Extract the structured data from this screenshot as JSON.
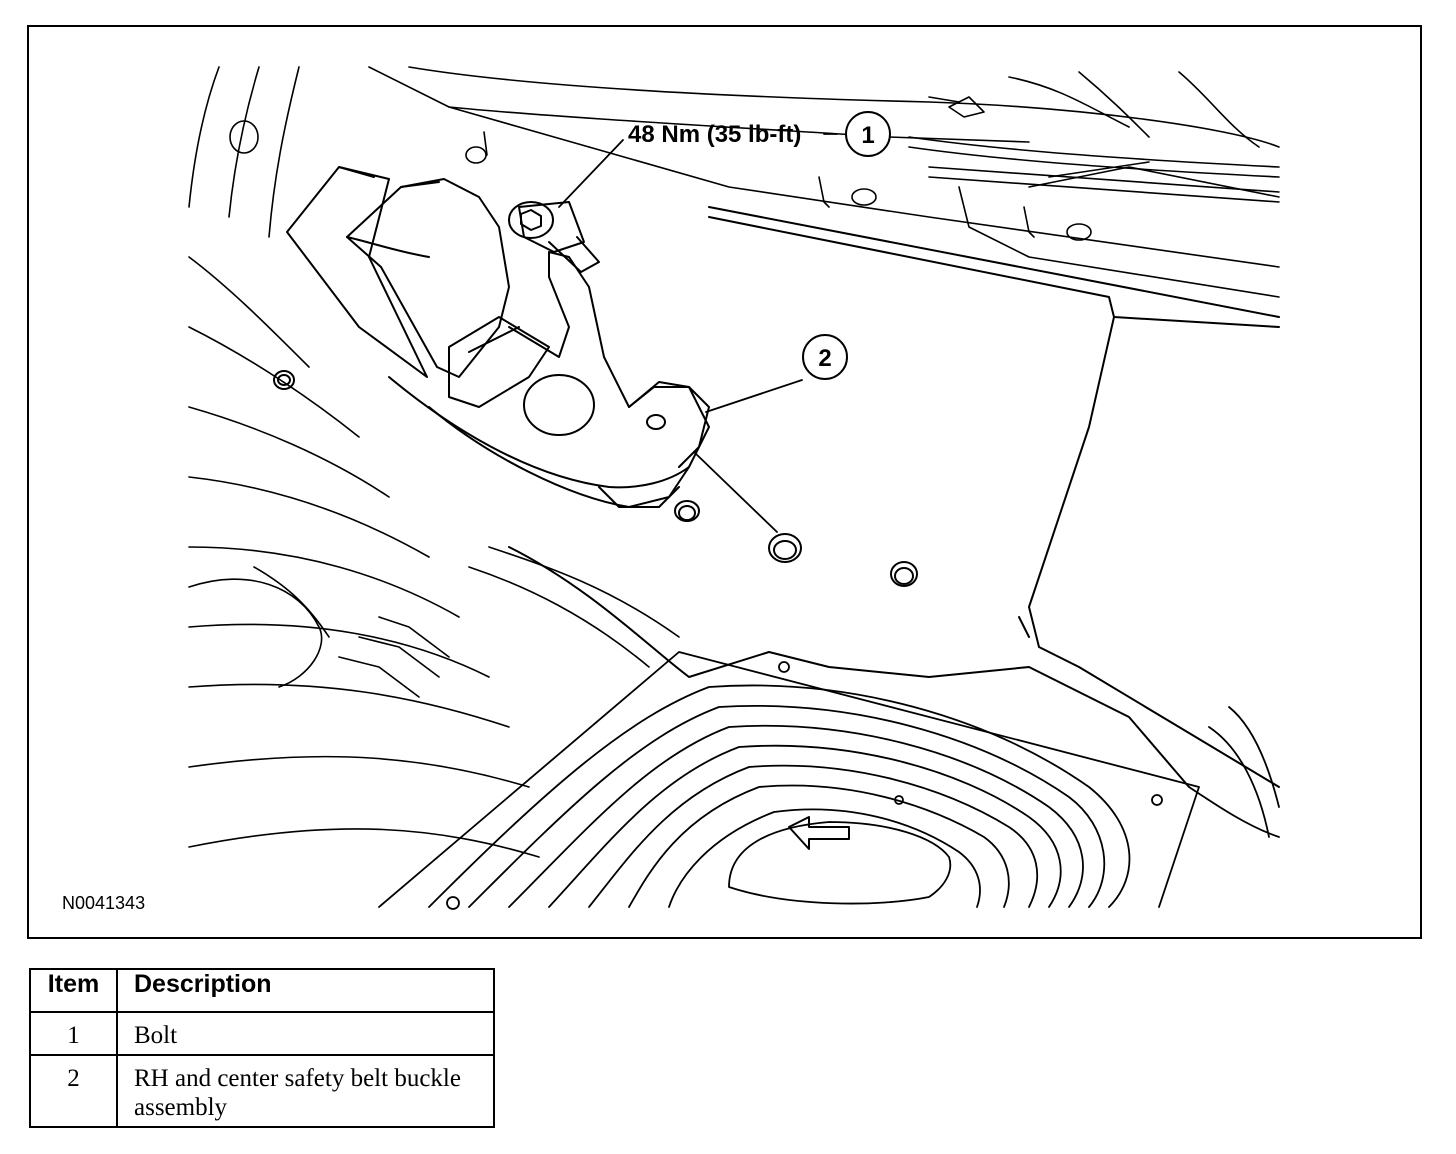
{
  "figure": {
    "id": "N0041343",
    "callouts": [
      {
        "number": "1",
        "torque": "48 Nm (35 lb-ft)"
      },
      {
        "number": "2"
      }
    ]
  },
  "legend": {
    "headers": {
      "item": "Item",
      "description": "Description"
    },
    "rows": [
      {
        "item": "1",
        "description": "Bolt"
      },
      {
        "item": "2",
        "description": "RH and center safety belt buckle assembly"
      }
    ]
  }
}
